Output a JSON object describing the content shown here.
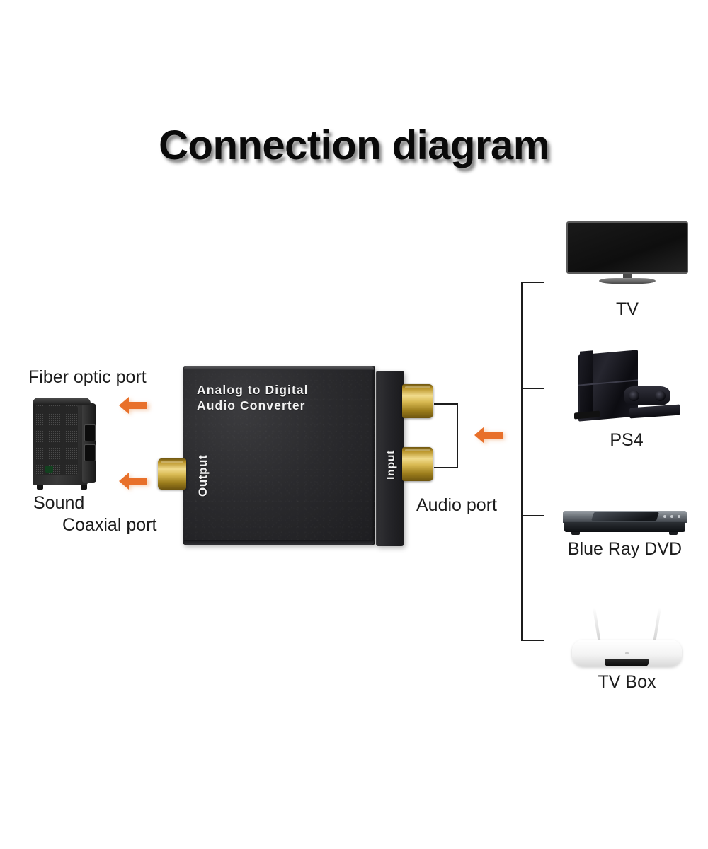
{
  "page": {
    "title": "Connection diagram",
    "background_color": "#ffffff"
  },
  "converter": {
    "brand_line1": "Analog to Digital",
    "brand_line2": "Audio Converter",
    "output_label": "Output",
    "input_label": "Input",
    "body_color": "#2b2b2e",
    "text_color": "#f2f2f2"
  },
  "left_side": {
    "fiber_optic_label": "Fiber optic port",
    "sound_label": "Sound",
    "coaxial_label": "Coaxial port",
    "arrow_color": "#e8702a",
    "arrow_count": 2
  },
  "right_side": {
    "audio_port_label": "Audio port",
    "arrow_color": "#e8702a",
    "devices": [
      {
        "name": "TV",
        "icon": "television-icon"
      },
      {
        "name": "PS4",
        "icon": "game-console-icon"
      },
      {
        "name": "Blue Ray DVD",
        "icon": "bluray-player-icon"
      },
      {
        "name": "TV Box",
        "icon": "tv-box-icon"
      }
    ]
  },
  "connectors": {
    "output_jack": "rca-jack-gold",
    "input_jack_top": "rca-jack-gold",
    "input_jack_bottom": "rca-jack-gold"
  },
  "speaker": {
    "icon": "loudspeaker-icon",
    "color": "#262626"
  }
}
